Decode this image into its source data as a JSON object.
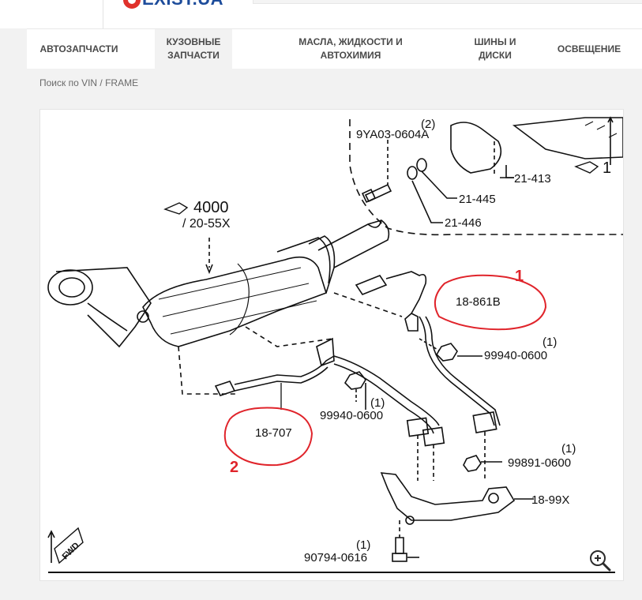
{
  "header": {
    "logo_text": "EXIST.UA",
    "logo_color": "#1d4c9b",
    "logo_accent": "#e0312b"
  },
  "nav": {
    "items": [
      {
        "label": "АВТОЗАПЧАСТИ"
      },
      {
        "label": "КУЗОВНЫЕ ЗАПЧАСТИ"
      },
      {
        "label": "МАСЛА, ЖИДКОСТИ И АВТОХИМИЯ"
      },
      {
        "label": "ШИНЫ И ДИСКИ"
      },
      {
        "label": "ОСВЕЩЕНИЕ"
      }
    ]
  },
  "breadcrumb": "Поиск по VIN / FRAME",
  "diagram": {
    "labels": {
      "p9ya03": "9YA03-0604A",
      "qty_top": "(2)",
      "p21413": "21-413",
      "p21445": "21-445",
      "p21446": "21-446",
      "ref4000": "4000",
      "ref2055": "/ 20-55X",
      "p18861": "18-861B",
      "p99940a": "99940-0600",
      "qty_a": "(1)",
      "p99940b": "99940-0600",
      "qty_b": "(1)",
      "p18707": "18-707",
      "p99891": "99891-0600",
      "qty_c": "(1)",
      "p1899x": "18-99X",
      "p90794": "90794-0616",
      "qty_d": "(1)",
      "fwd": "FWD",
      "ref_right": "1",
      "mark1": "1",
      "mark2": "2"
    },
    "annotation_color": "#e0242b"
  }
}
